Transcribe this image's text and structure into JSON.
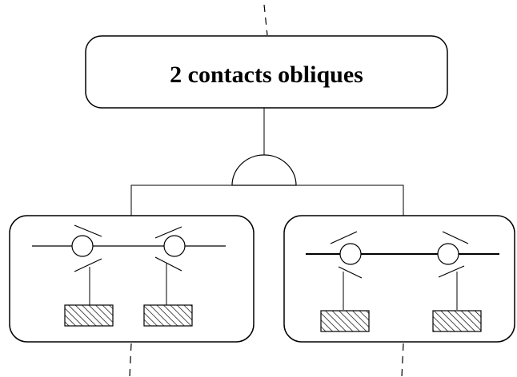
{
  "title_node": {
    "label": "2 contacts obliques"
  },
  "diagram": {
    "gate": "and-gate",
    "children": [
      {
        "name": "left-subsystem",
        "elements": 2
      },
      {
        "name": "right-subsystem",
        "elements": 2
      }
    ],
    "colors": {
      "stroke": "#000000",
      "fill": "#ffffff",
      "hatch": "#000000"
    }
  }
}
